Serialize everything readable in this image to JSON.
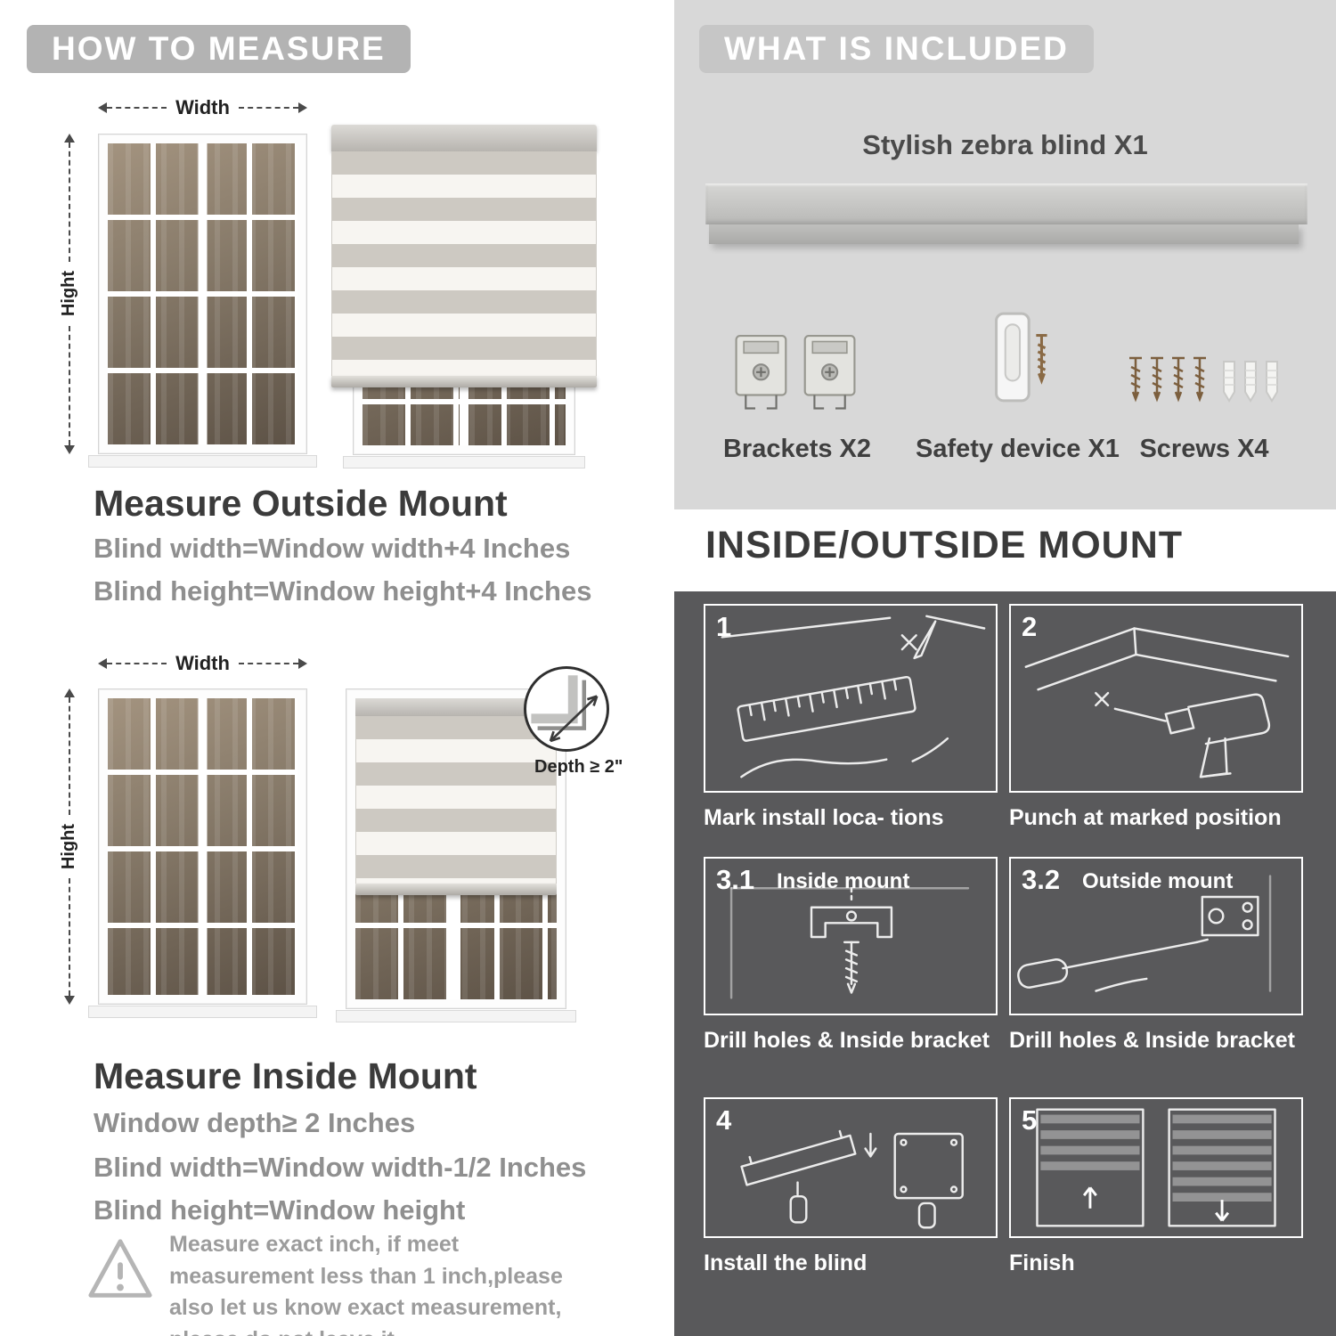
{
  "left": {
    "header": "HOW TO MEASURE",
    "labels": {
      "width": "Width",
      "height": "Hight",
      "depth": "Depth ≥ 2\""
    },
    "outside": {
      "title": "Measure Outside Mount",
      "lines": [
        "Blind width=Window width+4 Inches",
        "Blind height=Window height+4 Inches"
      ]
    },
    "inside": {
      "title": "Measure Inside Mount",
      "lines": [
        "Window depth≥ 2 Inches",
        "Blind width=Window width-1/2 Inches",
        "Blind height=Window height"
      ]
    },
    "warning": "Measure exact inch, if meet measurement less than 1 inch,please also let us know exact measurement, please do not leave it"
  },
  "right": {
    "included": {
      "header": "WHAT IS INCLUDED",
      "product": "Stylish zebra blind X1",
      "items": [
        {
          "label": "Brackets X2",
          "icon": "brackets-icon"
        },
        {
          "label": "Safety device X1",
          "icon": "safety-device-icon"
        },
        {
          "label": "Screws X4",
          "icon": "screws-icon"
        }
      ]
    },
    "mount": {
      "header": "INSIDE/OUTSIDE MOUNT",
      "steps": [
        {
          "num": "1",
          "caption": "Mark install loca- tions"
        },
        {
          "num": "2",
          "caption": "Punch at  marked position"
        },
        {
          "num": "3.1",
          "label": "Inside mount",
          "caption": "Drill holes &  Inside bracket"
        },
        {
          "num": "3.2",
          "label": "Outside mount",
          "caption": "Drill holes &  Inside bracket"
        },
        {
          "num": "4",
          "caption": "Install the blind"
        },
        {
          "num": "5",
          "caption": "Finish"
        }
      ]
    }
  },
  "colors": {
    "panel_light": "#d8d8d8",
    "panel_dark": "#59595b",
    "header_pill": "#b3b3b3"
  }
}
